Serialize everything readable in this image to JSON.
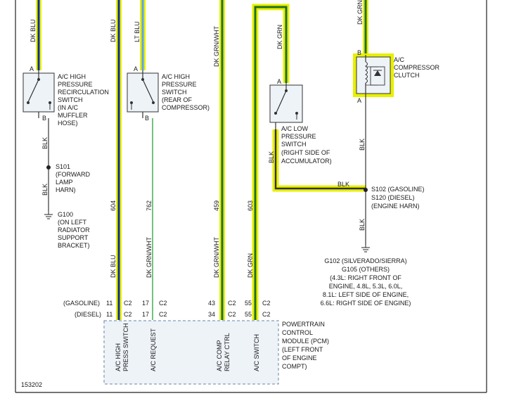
{
  "colors": {
    "frame": "#222222",
    "wire_dark_blue": "#0b2f9a",
    "wire_light_blue": "#5aa0ff",
    "wire_green_dark": "#1f6e2a",
    "wire_green": "#39a845",
    "wire_black": "#333333",
    "highlight": "#e8f000",
    "pcm_fill": "#eef3f8",
    "pcm_border": "#6a86a6"
  },
  "wires": {
    "w1_top": "DK BLU",
    "w2_top": "DK BLU",
    "w3_top": "LT BLU",
    "w4_top": "DK GRN/WHT",
    "w5_top": "DK GRN",
    "w6_top": "DK GRN",
    "w1_blk_a": "BLK",
    "w1_blk_b": "BLK",
    "w2_circuit": "604",
    "w2_bottom": "DK BLU",
    "w3_circuit": "762",
    "w3_bottom": "DK GRN/WHT",
    "w4_circuit": "459",
    "w4_bottom": "DK GRN/WHT",
    "w5_circuit": "603",
    "w5_bottom": "DK GRN",
    "w6_blk_a": "BLK",
    "w6_blk_b": "BLK",
    "w7_blk_a": "BLK",
    "w7_blk_b": "BLK"
  },
  "components": {
    "recirc_switch": [
      "A/C HIGH",
      "PRESSURE",
      "RECIRCULATION",
      "SWITCH",
      "(IN A/C",
      "MUFFLER",
      "HOSE)"
    ],
    "rear_switch": [
      "A/C HIGH",
      "PRESSURE",
      "SWITCH",
      "(REAR OF",
      "COMPRESSOR)"
    ],
    "low_switch": [
      "A/C LOW",
      "PRESSURE",
      "SWITCH",
      "(RIGHT SIDE OF",
      "ACCUMULATOR)"
    ],
    "clutch": [
      "A/C",
      "COMPRESSOR",
      "CLUTCH"
    ],
    "s101": [
      "S101",
      "(FORWARD",
      "LAMP",
      "HARN)"
    ],
    "g100": [
      "G100",
      "(ON LEFT",
      "RADIATOR",
      "SUPPORT",
      "BRACKET)"
    ],
    "s102": [
      "S102 (GASOLINE)",
      "S120 (DIESEL)",
      "(ENGINE HARN)"
    ],
    "g102": [
      "G102 (SILVERADO/SIERRA)",
      "G105 (OTHERS)",
      "(4.3L: RIGHT FRONT OF",
      "ENGINE, 4.8L, 5.3L, 6.0L,",
      "8.1L: LEFT SIDE OF ENGINE,",
      "6.6L: RIGHT SIDE OF ENGINE)"
    ]
  },
  "pins": {
    "a": "A",
    "b": "B",
    "recirc_a": "A",
    "recirc_b": "B",
    "rear_a": "A",
    "rear_b": "B",
    "low_a": "A",
    "clutch_b": "B",
    "clutch_a": "A"
  },
  "connector": {
    "gasoline_label": "(GASOLINE)",
    "diesel_label": "(DIESEL)",
    "gasoline_pins": [
      "11",
      "17",
      "43",
      "55"
    ],
    "diesel_pins": [
      "11",
      "17",
      "34",
      "55"
    ],
    "c2": "C2"
  },
  "pcm": {
    "title": [
      "POWERTRAIN",
      "CONTROL",
      "MODULE (PCM)",
      "(LEFT FRONT",
      "OF ENGINE",
      "COMPT)"
    ],
    "terminals": {
      "high_press_a": "A/C HIGH",
      "high_press_b": "PRESS SWITCH",
      "request": "A/C REQUEST",
      "relay_a": "A/C COMP",
      "relay_b": "RELAY CTRL",
      "switch": "A/C SWITCH"
    }
  },
  "figure_number": "153202"
}
